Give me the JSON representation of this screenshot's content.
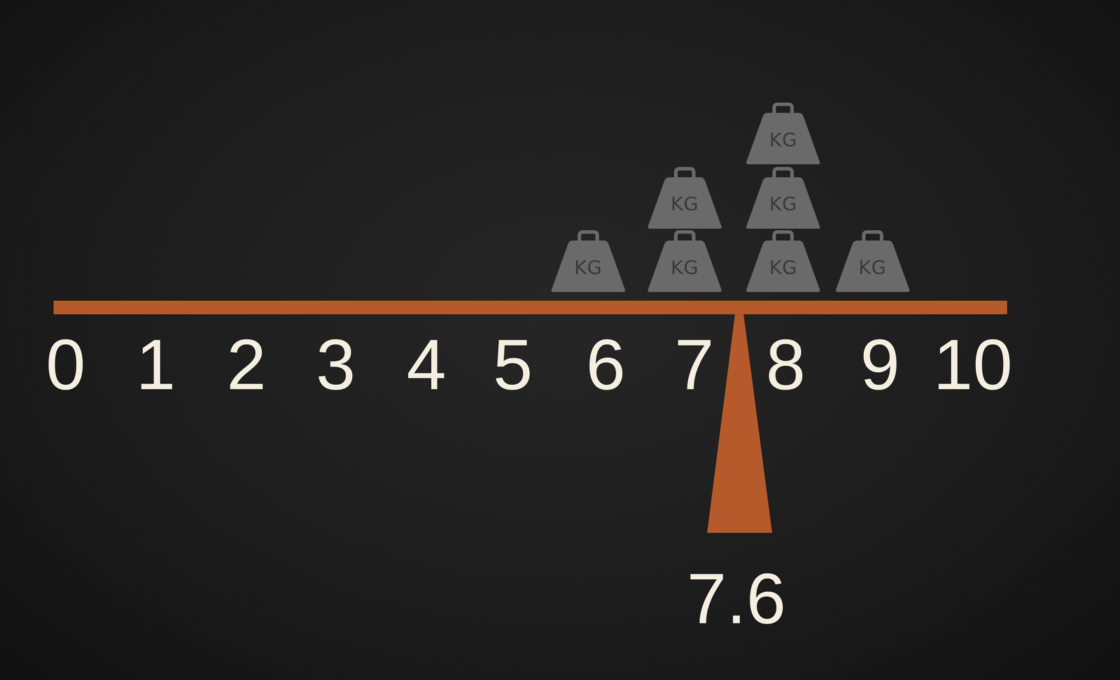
{
  "diagram": {
    "nodes": [
      {
        "text": [
          "KG"
        ]
      },
      {
        "text": [
          "KG"
        ]
      },
      {
        "text": [
          "KG"
        ]
      },
      {
        "text": [
          "KG"
        ]
      },
      {
        "text": [
          "KG"
        ]
      },
      {
        "text": [
          "KG"
        ]
      },
      {
        "text": [
          "KG"
        ]
      }
    ],
    "labels": [
      "0",
      "1",
      "2",
      "3",
      "4",
      "5",
      "6",
      "7",
      "8",
      "9",
      "10",
      "7.6"
    ]
  }
}
